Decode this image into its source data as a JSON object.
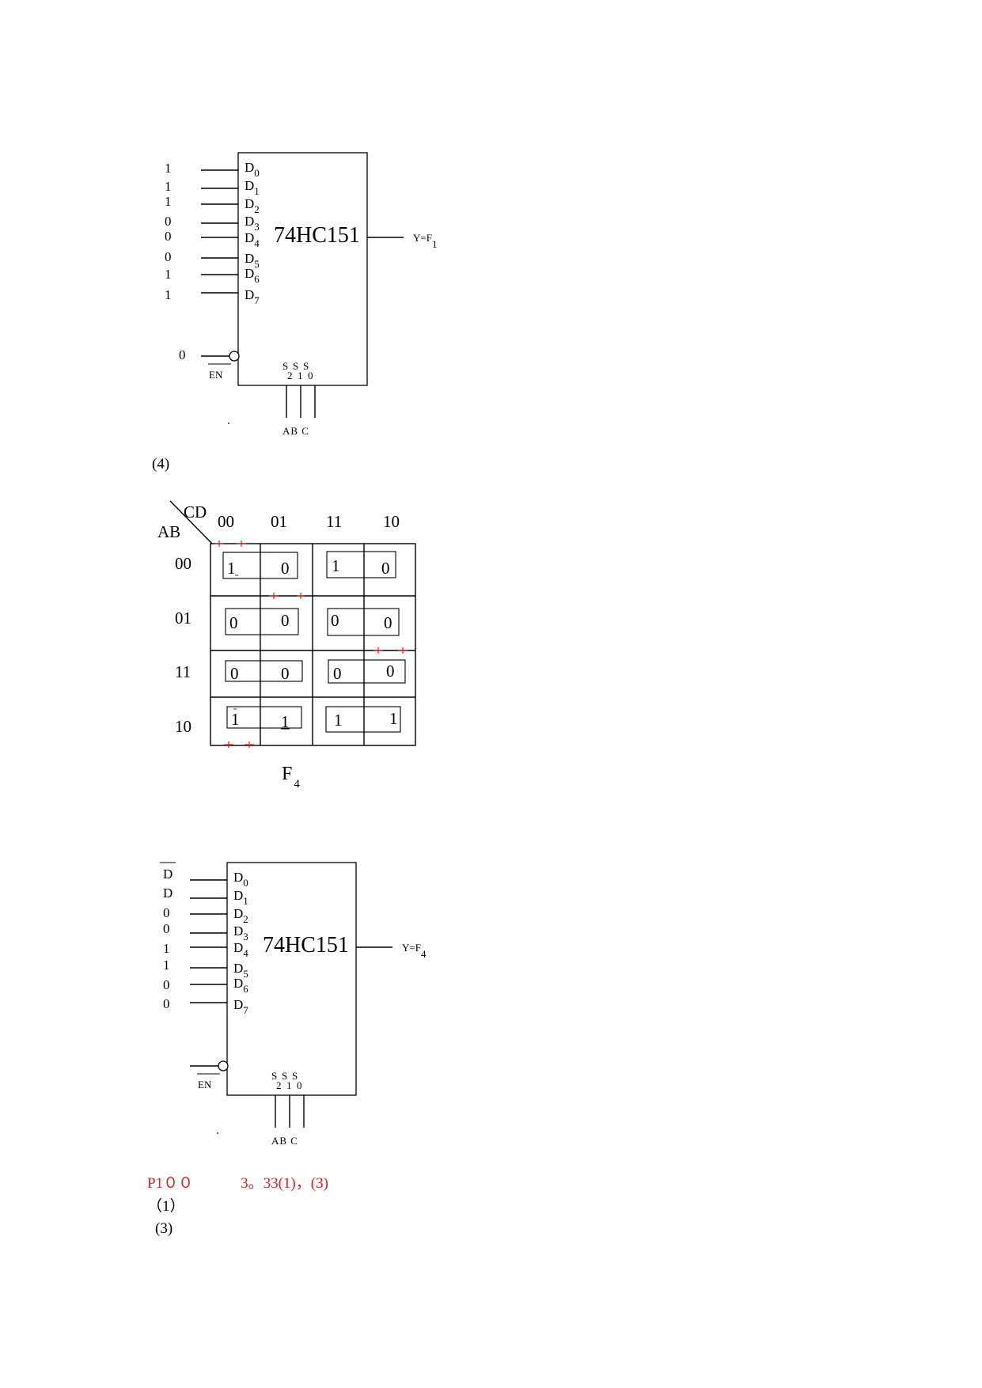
{
  "mux1": {
    "inputs": [
      "1",
      "1",
      "1",
      "0",
      "0",
      "0",
      "1",
      "1"
    ],
    "data_pin": "D",
    "pin_subs": [
      "0",
      "1",
      "2",
      "3",
      "4",
      "5",
      "6",
      "7"
    ],
    "chip": "74HC151",
    "output": "Y=F",
    "output_sub": "1",
    "enable_value": "0",
    "enable_label": "EN",
    "select_letter": "S",
    "select_subs": [
      "2",
      "1",
      "0"
    ],
    "select_inputs": "AB C"
  },
  "part4_label": "(4)",
  "kmap": {
    "col_var": "CD",
    "row_var": "AB",
    "cols": [
      "00",
      "01",
      "11",
      "10"
    ],
    "rows": [
      "00",
      "01",
      "11",
      "10"
    ],
    "cells": [
      [
        "1",
        "0",
        "1",
        "0"
      ],
      [
        "0",
        "0",
        "0",
        "0"
      ],
      [
        "0",
        "0",
        "0",
        "0"
      ],
      [
        "1",
        "1",
        "1",
        "1"
      ]
    ],
    "name": "F",
    "name_sub": "4"
  },
  "mux2": {
    "inputs": [
      "D",
      "D",
      "0",
      "0",
      "1",
      "1",
      "0",
      "0"
    ],
    "inverted_first_input": true,
    "data_pin": "D",
    "pin_subs": [
      "0",
      "1",
      "2",
      "3",
      "4",
      "5",
      "6",
      "7"
    ],
    "chip": "74HC151",
    "output": "Y=F",
    "output_sub": "4",
    "enable_label": "EN",
    "select_letter": "S",
    "select_subs": [
      "2",
      "1",
      "0"
    ],
    "select_inputs": "AB C"
  },
  "footer": {
    "problem_ref": "P1００",
    "problem_items": "3。33(1)，(3)",
    "item1": "（1）",
    "item3": "(3)"
  },
  "colors": {
    "annotation": "#e02020",
    "ink": "#000000"
  }
}
